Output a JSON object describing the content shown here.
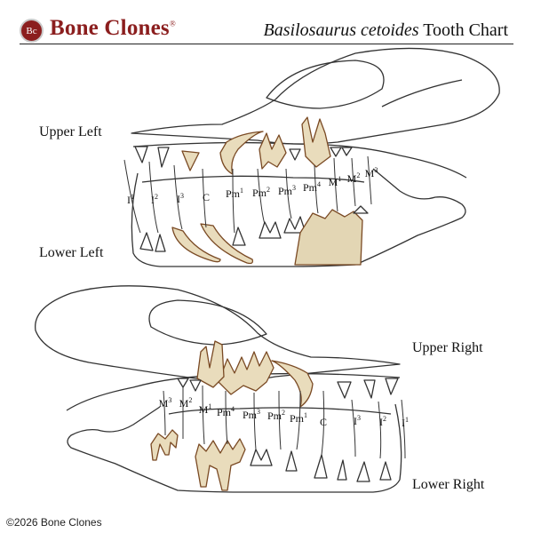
{
  "header": {
    "logo_initials": "Bc",
    "brand": "Bone Clones",
    "brand_mark": "®",
    "title_species": "Basilosaurus cetoides",
    "title_suffix": "Tooth Chart"
  },
  "quadrants": {
    "upper_left": "Upper Left",
    "lower_left": "Lower Left",
    "upper_right": "Upper Right",
    "lower_right": "Lower Right"
  },
  "tooth_labels_left": [
    {
      "base": "I",
      "sup": "1"
    },
    {
      "base": "I",
      "sup": "2"
    },
    {
      "base": "I",
      "sup": "3"
    },
    {
      "base": "C",
      "sup": ""
    },
    {
      "base": "Pm",
      "sup": "1"
    },
    {
      "base": "Pm",
      "sup": "2"
    },
    {
      "base": "Pm",
      "sup": "3"
    },
    {
      "base": "Pm",
      "sup": "4"
    },
    {
      "base": "M",
      "sup": "1"
    },
    {
      "base": "M",
      "sup": "2"
    },
    {
      "base": "M",
      "sup": "3"
    }
  ],
  "tooth_labels_right": [
    {
      "base": "M",
      "sup": "3"
    },
    {
      "base": "M",
      "sup": "2"
    },
    {
      "base": "M",
      "sup": "1"
    },
    {
      "base": "Pm",
      "sup": "4"
    },
    {
      "base": "Pm",
      "sup": "3"
    },
    {
      "base": "Pm",
      "sup": "2"
    },
    {
      "base": "Pm",
      "sup": "1"
    },
    {
      "base": "C",
      "sup": ""
    },
    {
      "base": "I",
      "sup": "3"
    },
    {
      "base": "I",
      "sup": "2"
    },
    {
      "base": "I",
      "sup": "1"
    }
  ],
  "copyright": "©2026 Bone Clones",
  "colors": {
    "brand_red": "#8b1e1e",
    "tooth_fill": "#e9dcbc",
    "tooth_root": "#7a4a24",
    "outline": "#333333"
  }
}
